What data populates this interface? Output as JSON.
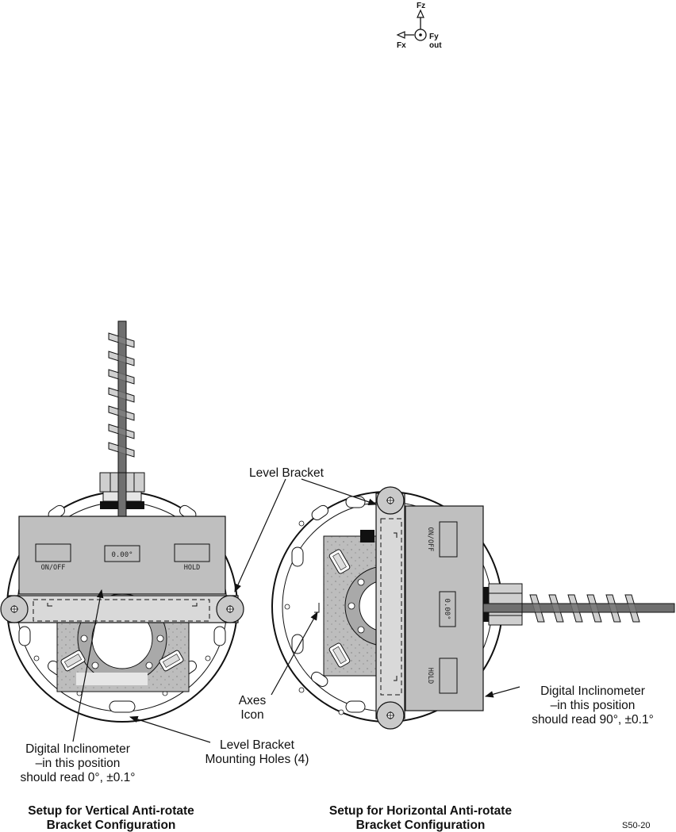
{
  "axes_icon": {
    "fz": "Fz",
    "fx": "Fx",
    "fy": "Fy",
    "out": "out"
  },
  "labels": {
    "level_bracket": "Level Bracket",
    "axes_icon_line1": "Axes",
    "axes_icon_line2": "Icon",
    "mounting_holes_line1": "Level Bracket",
    "mounting_holes_line2": "Mounting Holes (4)",
    "incl_left_line1": "Digital Inclinometer",
    "incl_left_line2": "–in this position",
    "incl_left_line3": "should read 0°, ±0.1°",
    "incl_right_line1": "Digital Inclinometer",
    "incl_right_line2": "–in this position",
    "incl_right_line3": "should read 90°, ±0.1°"
  },
  "inclinometer": {
    "display": "0.00°",
    "on_off": "ON/OFF",
    "hold": "HOLD"
  },
  "captions": {
    "left_line1": "Setup for Vertical Anti-rotate",
    "left_line2": "Bracket Configuration",
    "right_line1": "Setup for Horizontal Anti-rotate",
    "right_line2": "Bracket Configuration"
  },
  "figure_id": "S50-20"
}
